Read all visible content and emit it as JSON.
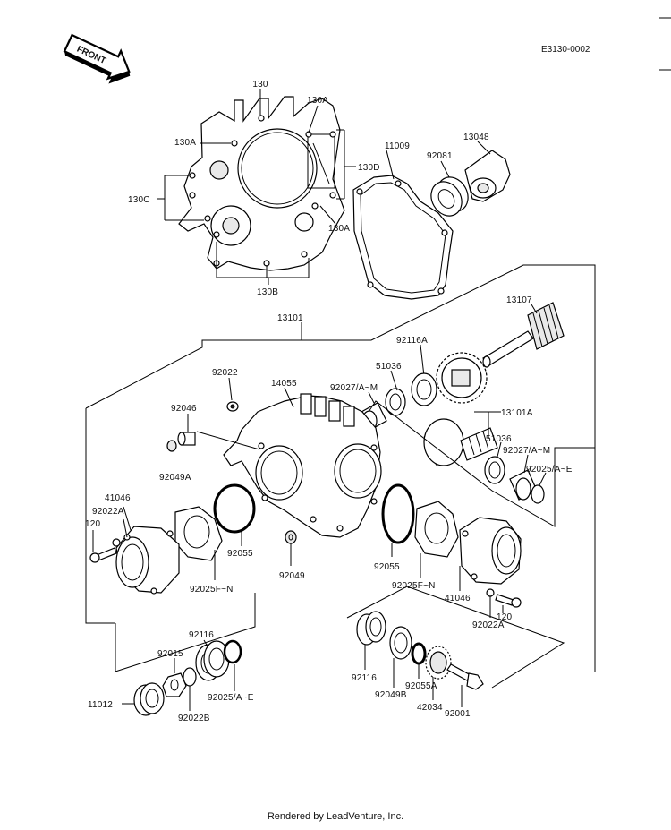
{
  "header": {
    "diagram_code": "E3130-0002",
    "front_arrow_label": "FRONT"
  },
  "labels": {
    "l130": "130",
    "l130A_top": "130A",
    "l130A_left": "130A",
    "l130D": "130D",
    "l130C": "130C",
    "l130A_lower": "130A",
    "l130B": "130B",
    "l11009": "11009",
    "l92081": "92081",
    "l13048": "13048",
    "l13101": "13101",
    "l13107": "13107",
    "l92116A": "92116A",
    "l92022": "92022",
    "l14055": "14055",
    "l51036_top": "51036",
    "l92027AM_top": "92027/A~M",
    "l13101A": "13101A",
    "l92046": "92046",
    "l92049A": "92049A",
    "l51036_right": "51036",
    "l92027AM_right": "92027/A~M",
    "l92025AE_right": "92025/A~E",
    "l41046_left": "41046",
    "l92022A_left": "92022A",
    "l120_left": "120",
    "l92055_left": "92055",
    "l92049": "92049",
    "l92055_right": "92055",
    "l92025FN_left": "92025F~N",
    "l92025FN_right": "92025F~N",
    "l41046_right": "41046",
    "l120_right": "120",
    "l92022A_right": "92022A",
    "l92116_left": "92116",
    "l92015": "92015",
    "l11012": "11012",
    "l92022B": "92022B",
    "l92025AE_bottom": "92025/A~E",
    "l92116_right": "92116",
    "l92049B": "92049B",
    "l92055A": "92055A",
    "l42034": "42034",
    "l92001": "92001"
  },
  "footer": {
    "text": "Rendered by LeadVenture, Inc."
  }
}
